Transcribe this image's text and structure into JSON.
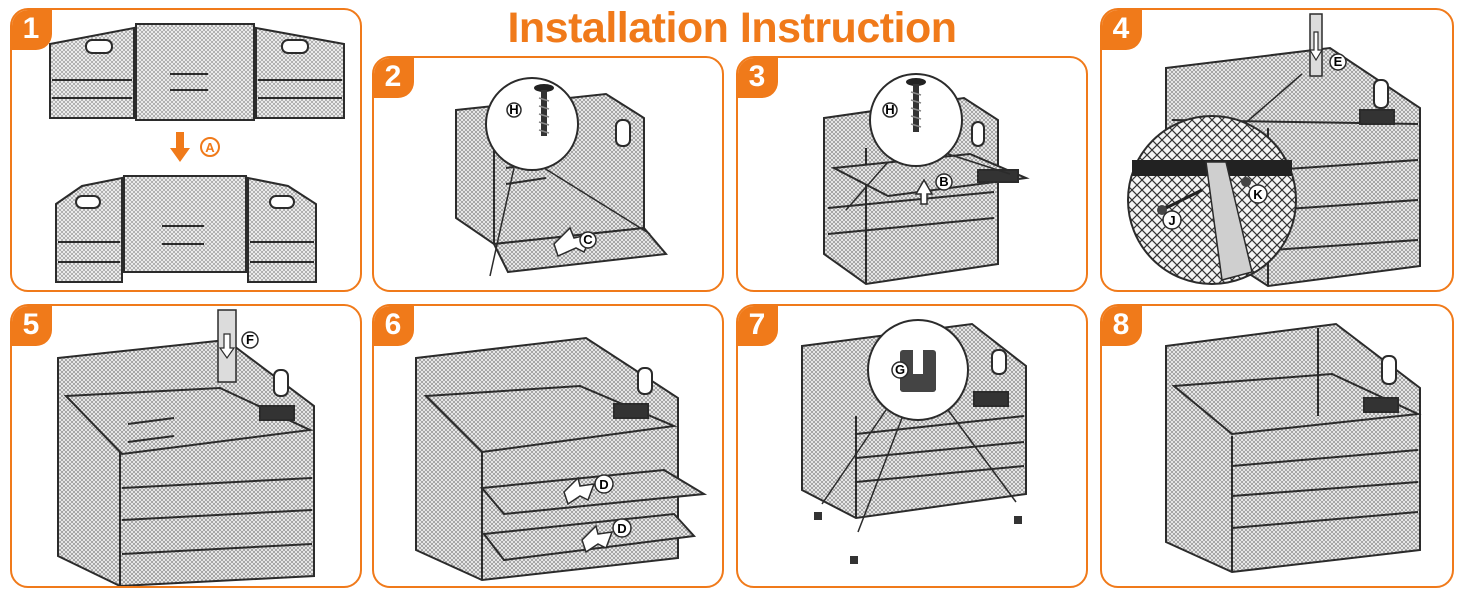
{
  "title": "Installation Instruction",
  "steps": [
    {
      "number": "1",
      "labels": [
        "A"
      ]
    },
    {
      "number": "2",
      "labels": [
        "H",
        "C"
      ]
    },
    {
      "number": "3",
      "labels": [
        "H",
        "B"
      ]
    },
    {
      "number": "4",
      "labels": [
        "E",
        "J",
        "K"
      ]
    },
    {
      "number": "5",
      "labels": [
        "F"
      ]
    },
    {
      "number": "6",
      "labels": [
        "D",
        "D"
      ]
    },
    {
      "number": "7",
      "labels": [
        "G"
      ]
    },
    {
      "number": "8",
      "labels": []
    }
  ],
  "colors": {
    "accent": "#f07a1a",
    "metal": "#2b2b2b",
    "mesh": "#9a9a9a"
  }
}
